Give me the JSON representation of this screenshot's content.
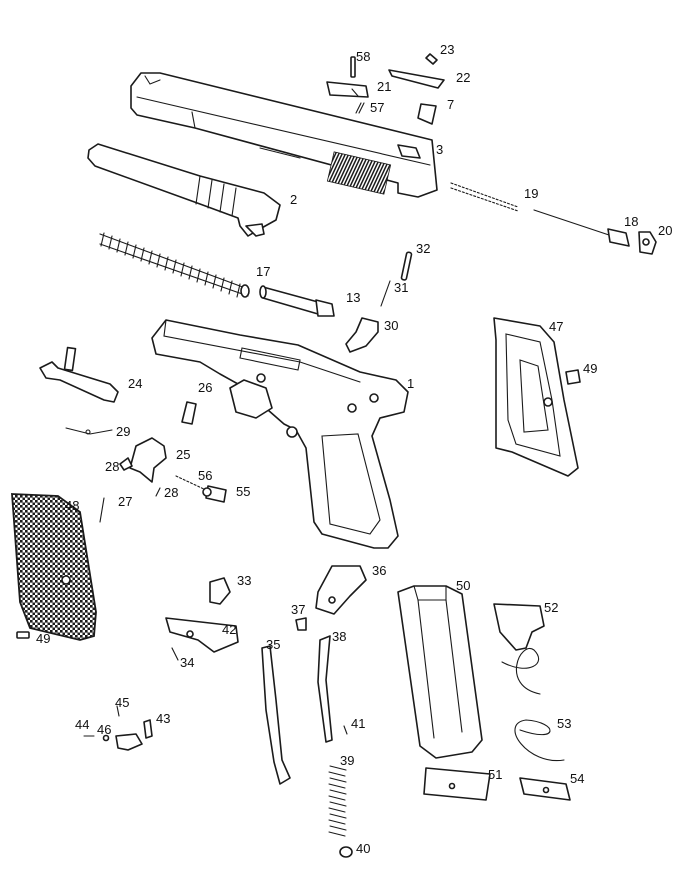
{
  "diagram": {
    "callouts": [
      {
        "id": "p1",
        "label": "1"
      },
      {
        "id": "p2",
        "label": "2"
      },
      {
        "id": "p3",
        "label": "3"
      },
      {
        "id": "p7",
        "label": "7"
      },
      {
        "id": "p13",
        "label": "13"
      },
      {
        "id": "p17",
        "label": "17"
      },
      {
        "id": "p18",
        "label": "18"
      },
      {
        "id": "p19",
        "label": "19"
      },
      {
        "id": "p20",
        "label": "20"
      },
      {
        "id": "p21",
        "label": "21"
      },
      {
        "id": "p22",
        "label": "22"
      },
      {
        "id": "p23",
        "label": "23"
      },
      {
        "id": "p24",
        "label": "24"
      },
      {
        "id": "p25",
        "label": "25"
      },
      {
        "id": "p26",
        "label": "26"
      },
      {
        "id": "p27",
        "label": "27"
      },
      {
        "id": "p28a",
        "label": "28"
      },
      {
        "id": "p28b",
        "label": "28"
      },
      {
        "id": "p29",
        "label": "29"
      },
      {
        "id": "p30",
        "label": "30"
      },
      {
        "id": "p31",
        "label": "31"
      },
      {
        "id": "p32",
        "label": "32"
      },
      {
        "id": "p33",
        "label": "33"
      },
      {
        "id": "p34",
        "label": "34"
      },
      {
        "id": "p35",
        "label": "35"
      },
      {
        "id": "p36",
        "label": "36"
      },
      {
        "id": "p37",
        "label": "37"
      },
      {
        "id": "p38",
        "label": "38"
      },
      {
        "id": "p39",
        "label": "39"
      },
      {
        "id": "p40",
        "label": "40"
      },
      {
        "id": "p41",
        "label": "41"
      },
      {
        "id": "p42",
        "label": "42"
      },
      {
        "id": "p43",
        "label": "43"
      },
      {
        "id": "p44",
        "label": "44"
      },
      {
        "id": "p45",
        "label": "45"
      },
      {
        "id": "p46",
        "label": "46"
      },
      {
        "id": "p47",
        "label": "47"
      },
      {
        "id": "p48",
        "label": "48"
      },
      {
        "id": "p49a",
        "label": "49"
      },
      {
        "id": "p49b",
        "label": "49"
      },
      {
        "id": "p50",
        "label": "50"
      },
      {
        "id": "p51",
        "label": "51"
      },
      {
        "id": "p52",
        "label": "52"
      },
      {
        "id": "p53",
        "label": "53"
      },
      {
        "id": "p54",
        "label": "54"
      },
      {
        "id": "p55",
        "label": "55"
      },
      {
        "id": "p56",
        "label": "56"
      },
      {
        "id": "p57",
        "label": "57"
      },
      {
        "id": "p58",
        "label": "58"
      }
    ]
  }
}
